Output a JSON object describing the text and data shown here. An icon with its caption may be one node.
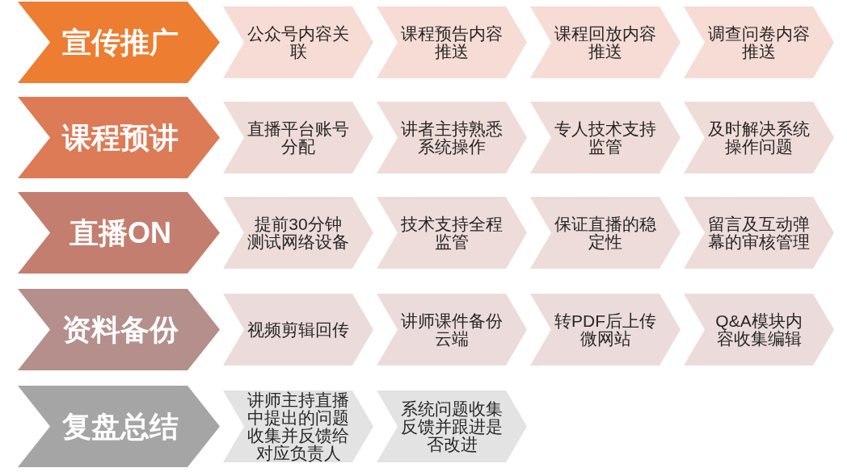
{
  "diagram": {
    "nodes": [
      {
        "text": [
          "宣传推广"
        ]
      },
      {
        "text": [
          "公众号内容关联"
        ]
      },
      {
        "text": [
          "课程预告内容推送"
        ]
      },
      {
        "text": [
          "课程回放内容推送"
        ]
      },
      {
        "text": [
          "调查问卷内容推送"
        ]
      },
      {
        "text": [
          "课程预讲"
        ]
      },
      {
        "text": [
          "直播平台账号分配"
        ]
      },
      {
        "text": [
          "讲者主持熟悉系统操作"
        ]
      },
      {
        "text": [
          "专人技术支持监管"
        ]
      },
      {
        "text": [
          "及时解决系统操作问题"
        ]
      },
      {
        "text": [
          "直播ON"
        ]
      },
      {
        "text": [
          "提前30分钟测试网络设备"
        ]
      },
      {
        "text": [
          "技术支持全程监管"
        ]
      },
      {
        "text": [
          "保证直播的稳定性"
        ]
      },
      {
        "text": [
          "留言及互动弹幕的审核管理"
        ]
      },
      {
        "text": [
          "资料备份"
        ]
      },
      {
        "text": [
          "视频剪辑回传"
        ]
      },
      {
        "text": [
          "讲师课件备份云端"
        ]
      },
      {
        "text": [
          "转PDF后上传微网站"
        ]
      },
      {
        "text": [
          "Q&A模块内容收集编辑"
        ]
      },
      {
        "text": [
          "复盘总结"
        ]
      },
      {
        "text": [
          "讲师主持直播中提出的问题收集并反馈给对应负责人"
        ]
      },
      {
        "text": [
          "系统问题收集反馈并跟进是否改进"
        ]
      }
    ]
  }
}
